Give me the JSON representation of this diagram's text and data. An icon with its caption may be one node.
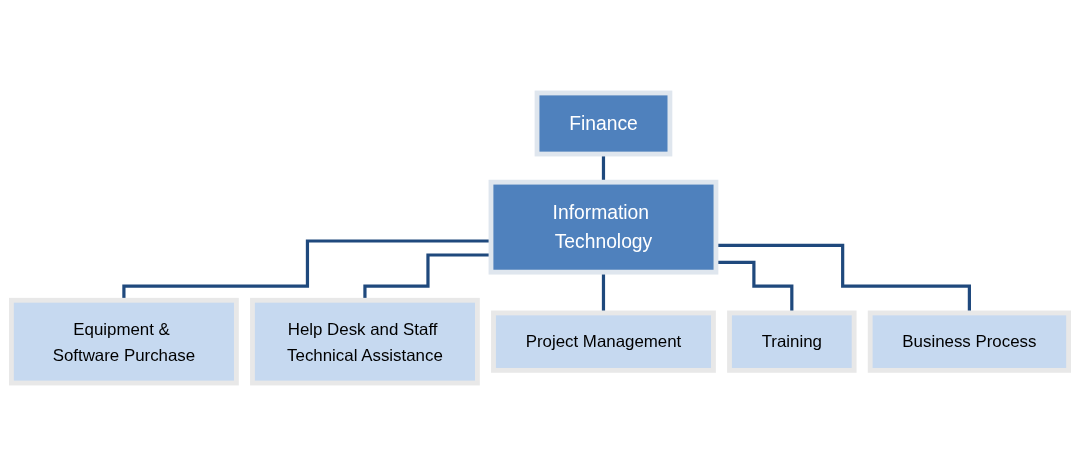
{
  "diagram": {
    "nodes": [
      {
        "text": [
          "Finance"
        ]
      },
      {
        "text": [
          "Information Technology"
        ]
      },
      {
        "text": [
          "Equipment & Software Purchase"
        ]
      },
      {
        "text": [
          "Help Desk and Staff Technical Assistance"
        ]
      },
      {
        "text": [
          "Project Management"
        ]
      },
      {
        "text": [
          "Training"
        ]
      },
      {
        "text": [
          "Business Process"
        ]
      }
    ],
    "edges": [
      {
        "from": 0,
        "to": 1,
        "arrow": "none"
      },
      {
        "from": 1,
        "to": 2,
        "arrow": "none"
      },
      {
        "from": 1,
        "to": 3,
        "arrow": "none"
      },
      {
        "from": 1,
        "to": 4,
        "arrow": "none"
      },
      {
        "from": 1,
        "to": 5,
        "arrow": "none"
      },
      {
        "from": 1,
        "to": 6,
        "arrow": "none"
      }
    ]
  }
}
